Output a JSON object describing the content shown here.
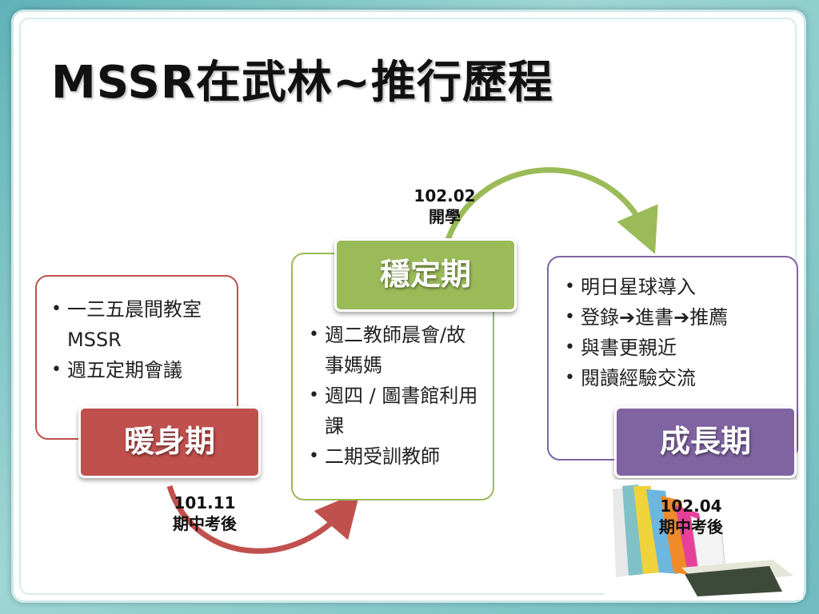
{
  "slide": {
    "title": "MSSR在武林~推行歷程"
  },
  "stages": [
    {
      "name": "暖身期",
      "color": "#c0504d",
      "border": "#c0504d",
      "items": [
        "一三五晨間教室MSSR",
        "週五定期會議"
      ]
    },
    {
      "name": "穩定期",
      "color": "#9bbb59",
      "border": "#9bbb59",
      "items": [
        "週二教師晨會/故事媽媽",
        "週四 / 圖書館利用課",
        "二期受訓教師"
      ]
    },
    {
      "name": "成長期",
      "color": "#8064a2",
      "border": "#8064a2",
      "items": [
        "明日星球導入",
        "登錄➔進書➔推薦",
        "與書更親近",
        "閱讀經驗交流"
      ]
    }
  ],
  "dates": [
    {
      "line1": "101.11",
      "line2": "期中考後"
    },
    {
      "line1": "102.02",
      "line2": "開學"
    },
    {
      "line1": "102.04",
      "line2": "期中考後"
    }
  ],
  "arrow_colors": {
    "red": "#c0504d",
    "green": "#9bbb59"
  }
}
